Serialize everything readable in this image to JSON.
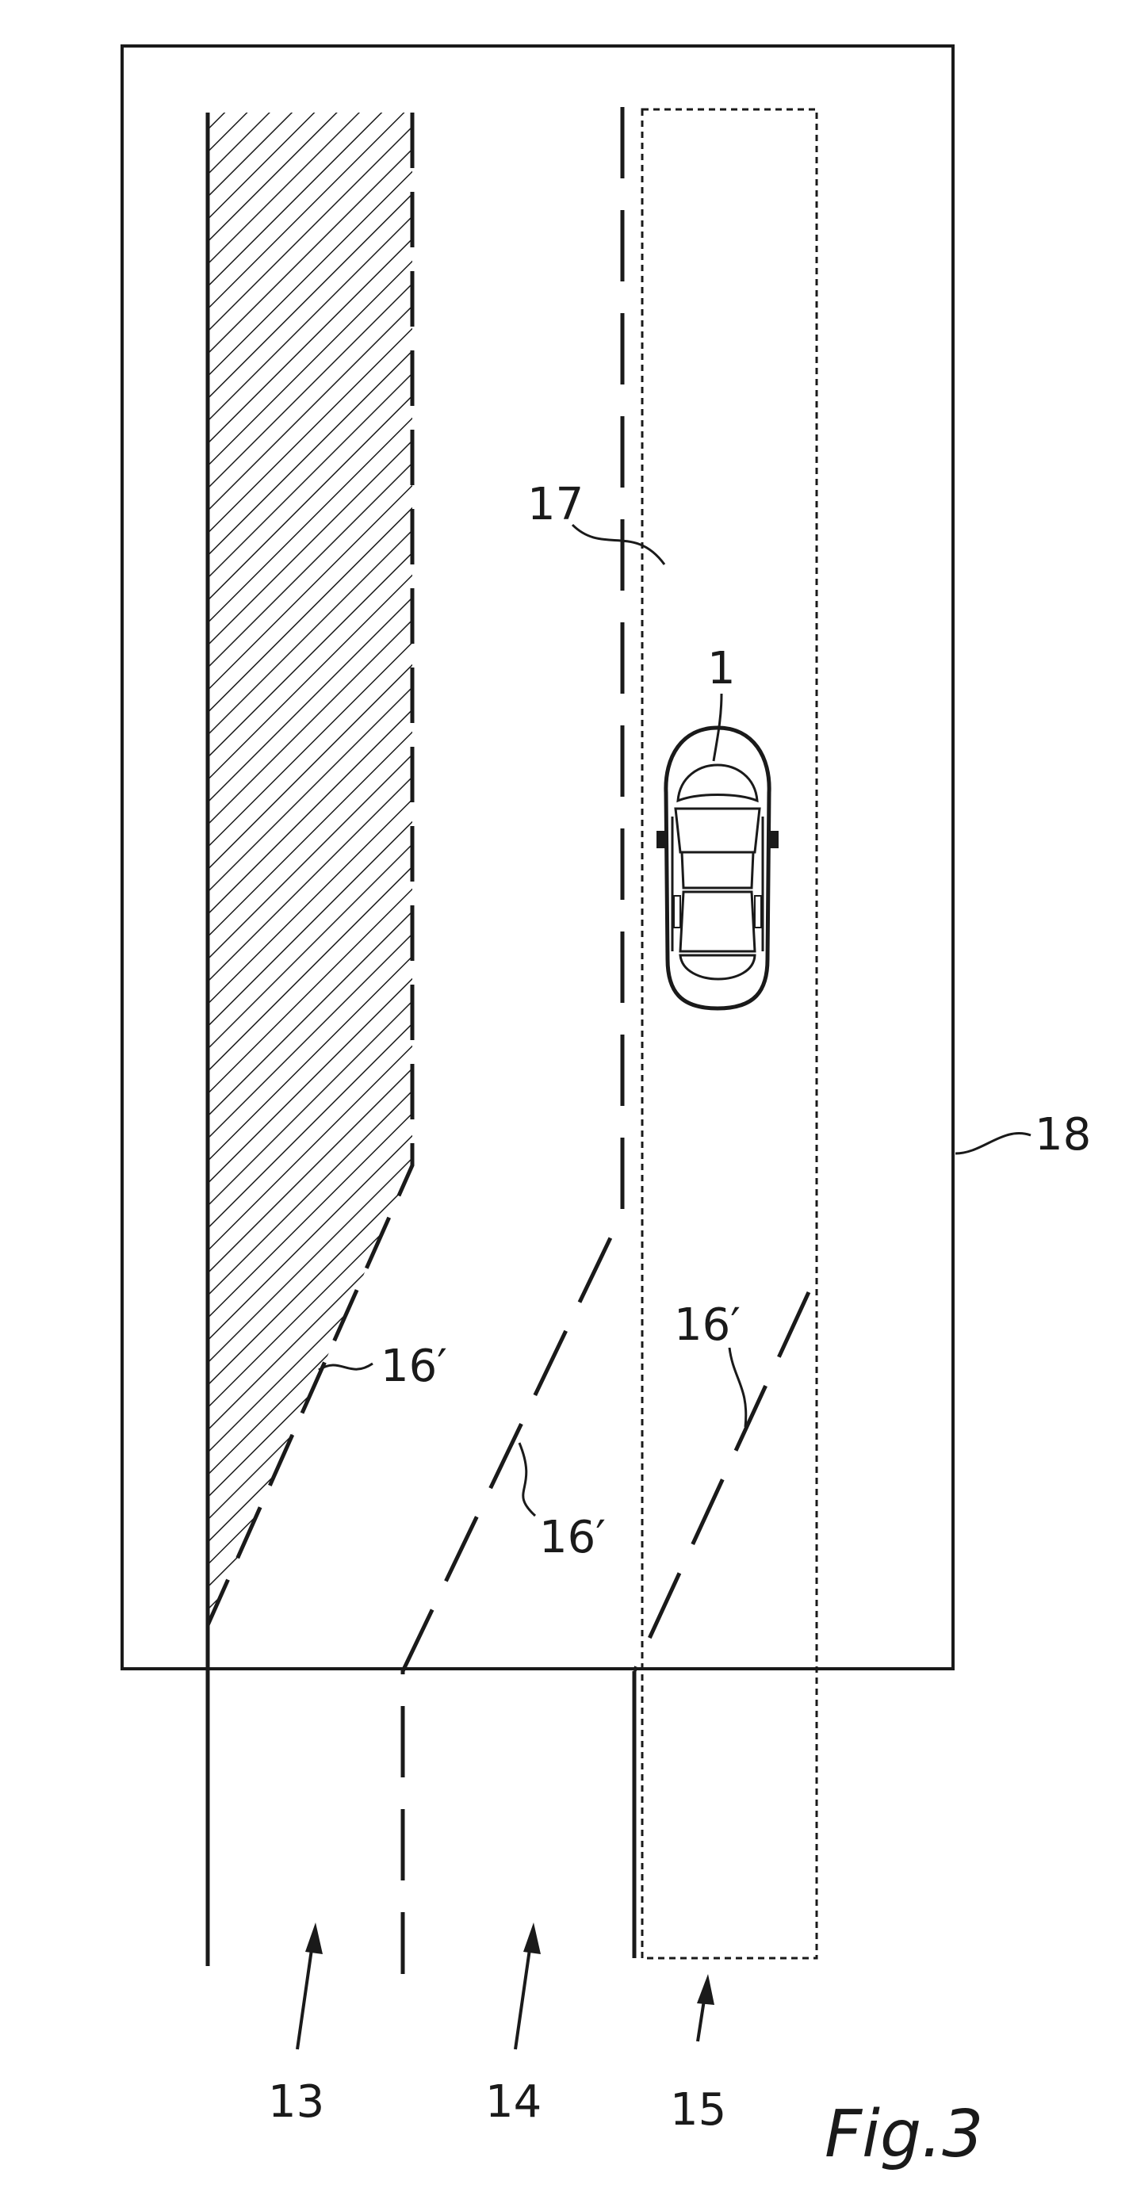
{
  "figure": {
    "caption": "Fig.3",
    "labels": {
      "vehicle": "1",
      "lane_left": "13",
      "lane_middle": "14",
      "lane_right": "15",
      "marking_a": "16′",
      "marking_b": "16′",
      "marking_c": "16′",
      "lane_line": "17",
      "area": "18"
    }
  }
}
